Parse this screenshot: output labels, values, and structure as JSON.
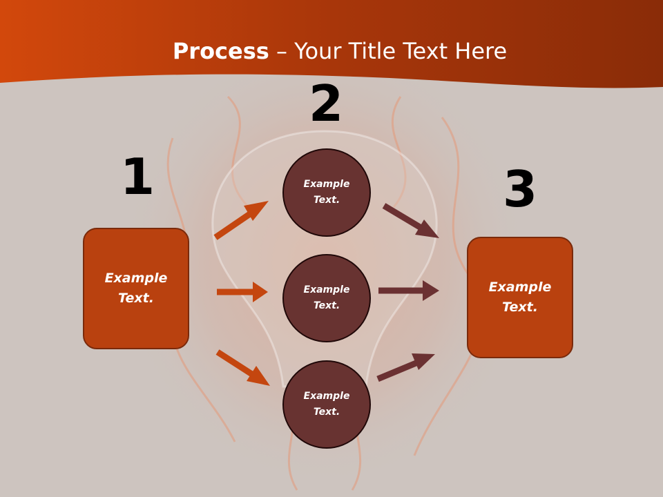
{
  "title": {
    "bold": "Process",
    "rest": " – Your Title Text Here"
  },
  "steps": {
    "step1": {
      "number": "1",
      "text": "Example Text."
    },
    "step2": {
      "number": "2",
      "circles": [
        "Example Text.",
        "Example Text.",
        "Example Text."
      ]
    },
    "step3": {
      "number": "3",
      "text": "Example Text."
    }
  },
  "colors": {
    "header": "#b0380c",
    "box_fill": "#b9410f",
    "circle_fill": "#683331",
    "arrow_orange": "#c4460f",
    "arrow_maroon": "#6b3132",
    "background": "#cdc4bf"
  }
}
